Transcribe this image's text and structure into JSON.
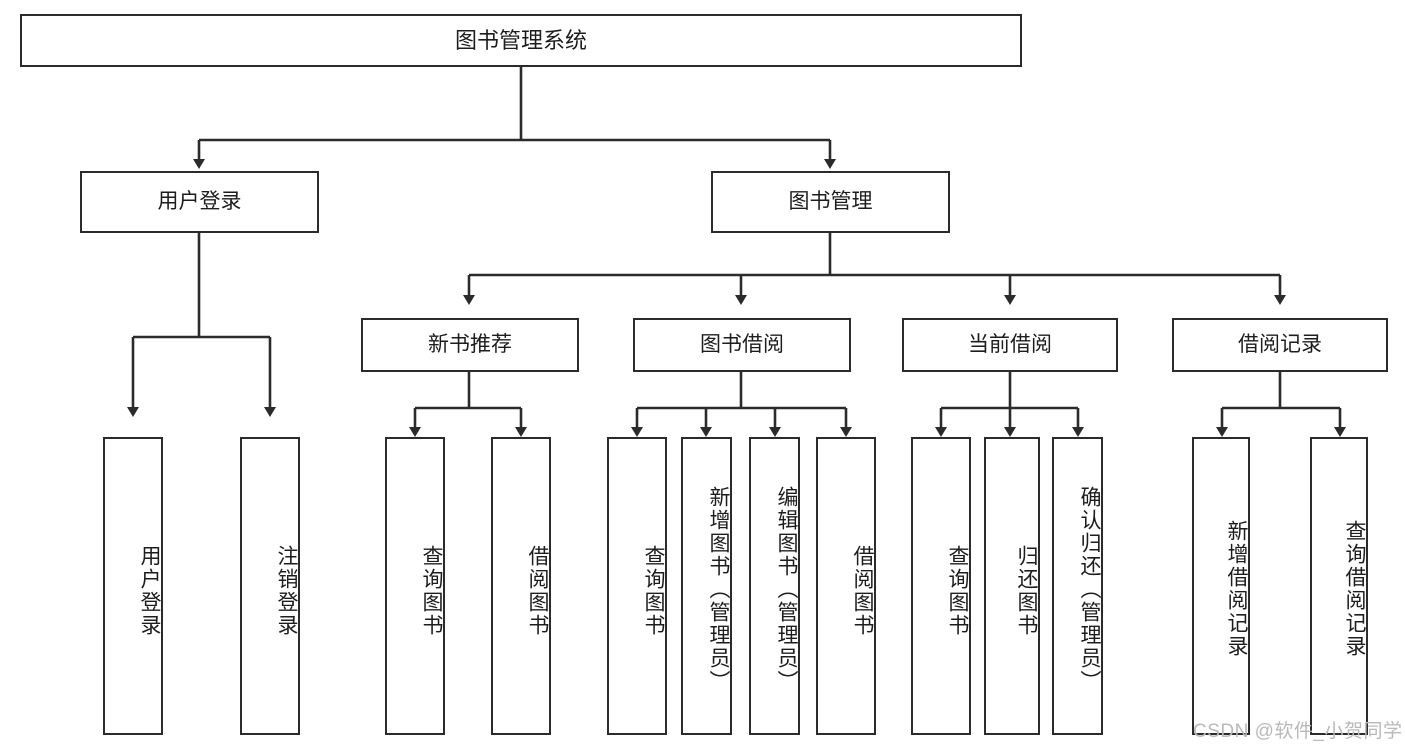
{
  "diagram": {
    "type": "tree",
    "title": "图书管理系统",
    "root": {
      "label": "图书管理系统"
    },
    "level2": [
      {
        "label": "用户登录"
      },
      {
        "label": "图书管理"
      }
    ],
    "level3": [
      {
        "label": "新书推荐"
      },
      {
        "label": "图书借阅"
      },
      {
        "label": "当前借阅"
      },
      {
        "label": "借阅记录"
      }
    ],
    "leaves": {
      "user_login": [
        {
          "label": "用户登录"
        },
        {
          "label": "注销登录"
        }
      ],
      "new_book_recommend": [
        {
          "label": "查询图书"
        },
        {
          "label": "借阅图书"
        }
      ],
      "book_borrow": [
        {
          "label": "查询图书"
        },
        {
          "label": "新增图书（管理员）"
        },
        {
          "label": "编辑图书（管理员）"
        },
        {
          "label": "借阅图书"
        }
      ],
      "current_borrow": [
        {
          "label": "查询图书"
        },
        {
          "label": "归还图书"
        },
        {
          "label": "确认归还（管理员）"
        }
      ],
      "borrow_record": [
        {
          "label": "新增借阅记录"
        },
        {
          "label": "查询借阅记录"
        }
      ]
    }
  },
  "watermark": {
    "text": "CSDN @软件_小贺同学"
  },
  "colors": {
    "stroke": "#2b2b2b",
    "text": "#1d1d1d",
    "background": "#ffffff",
    "watermark": "#b9b9b9"
  }
}
